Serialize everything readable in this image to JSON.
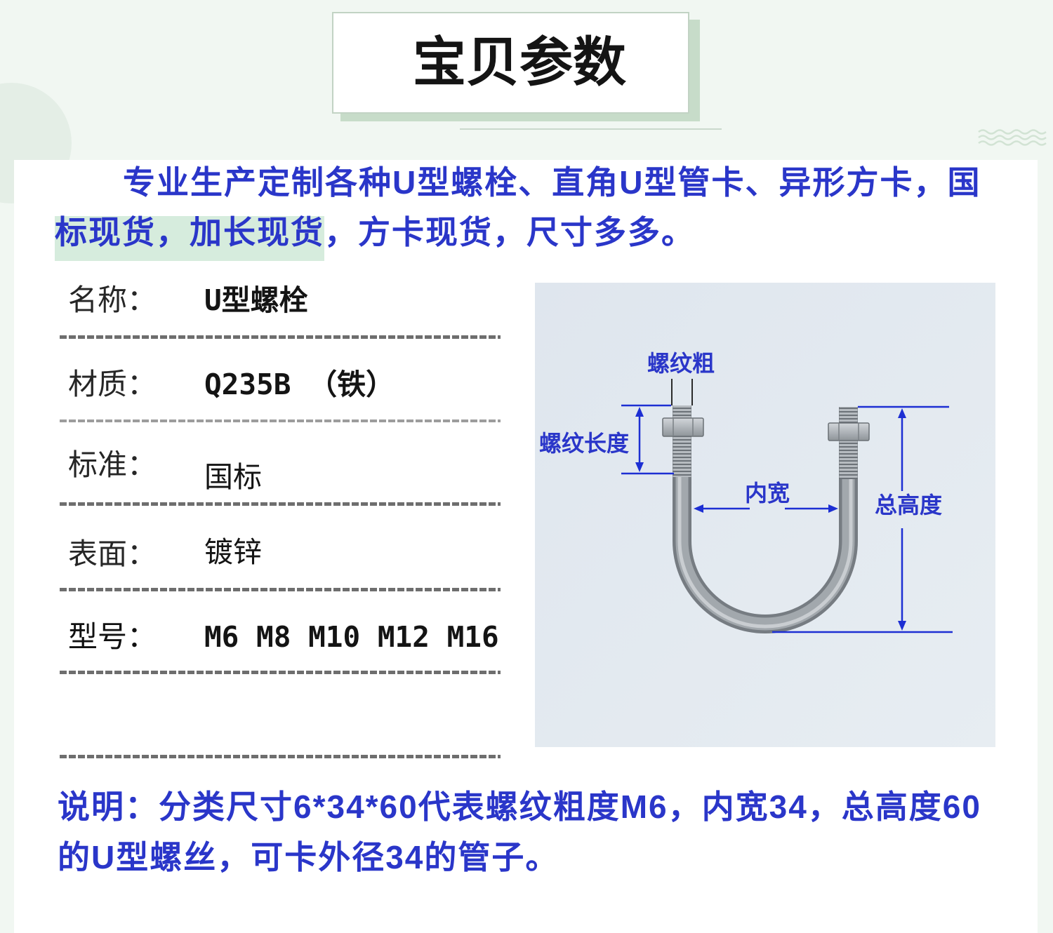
{
  "header": {
    "title": "宝贝参数"
  },
  "intro": {
    "line1": "专业生产定制各种U型螺栓、直角U型管卡、异形方卡，国",
    "line2_highlight": "标现货，加长现货",
    "line2_rest": "，方卡现货，尺寸多多。"
  },
  "specs": [
    {
      "label": "名称：",
      "value": "U型螺栓"
    },
    {
      "label": "材质：",
      "value": "Q235B （铁）"
    },
    {
      "label": "标准：",
      "value": "国标"
    },
    {
      "label": "表面：",
      "value": "镀锌"
    },
    {
      "label": "型号：",
      "value": "M6 M8 M10 M12 M16"
    }
  ],
  "diagram": {
    "thread_diameter_label": "螺纹粗",
    "thread_length_label": "螺纹长度",
    "inner_width_label": "内宽",
    "total_height_label": "总高度"
  },
  "note": {
    "line1": "说明：分类尺寸6*34*60代表螺纹粗度M6，内宽34，总高度60",
    "line2": "的U型螺丝，可卡外径34的管子。"
  },
  "colors": {
    "text_blue": "#2a36c9",
    "diagram_blue": "#1d2fd3",
    "highlight": "#d6ecdd",
    "title_shadow": "#c7dcc9",
    "page_background": "#f1f7f2"
  }
}
